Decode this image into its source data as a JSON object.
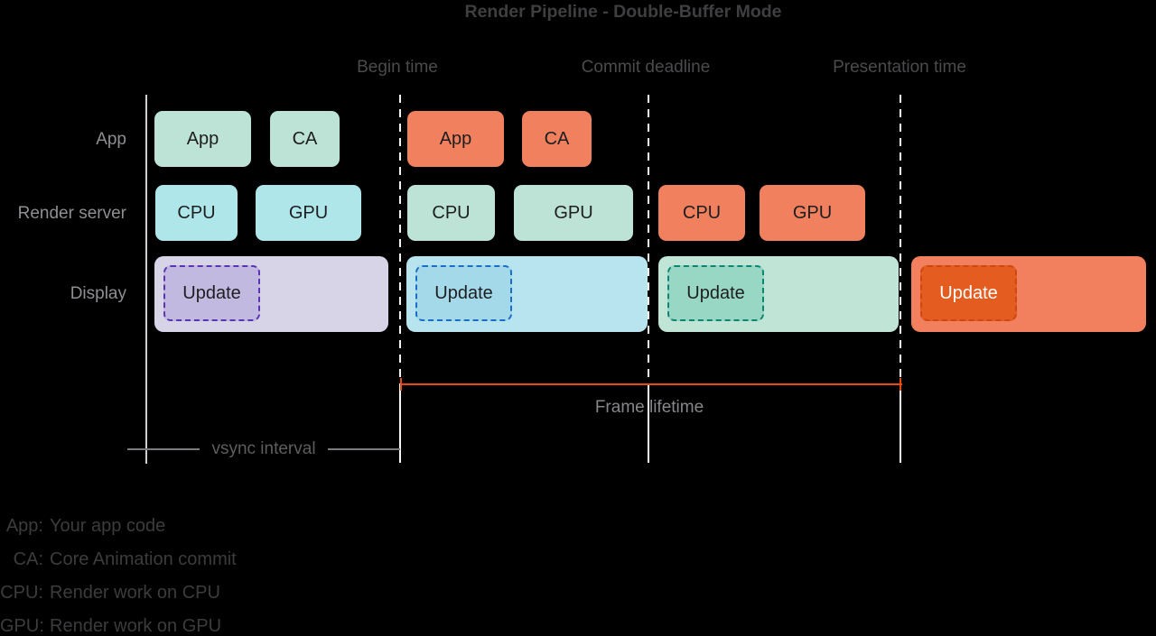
{
  "title": "Render Pipeline - Double-Buffer Mode",
  "time_markers": [
    {
      "label": "Begin time"
    },
    {
      "label": "Commit deadline"
    },
    {
      "label": "Presentation time"
    }
  ],
  "rows": {
    "app": "App",
    "render_server": "Render server",
    "display": "Display"
  },
  "boxes": {
    "app_row": [
      {
        "label": "App",
        "frame": "green",
        "segment": 1
      },
      {
        "label": "CA",
        "frame": "green",
        "segment": 1
      },
      {
        "label": "App",
        "frame": "orange",
        "segment": 2
      },
      {
        "label": "CA",
        "frame": "orange",
        "segment": 2
      }
    ],
    "render_row": [
      {
        "label": "CPU",
        "frame": "cyan",
        "segment": 1
      },
      {
        "label": "GPU",
        "frame": "cyan",
        "segment": 1
      },
      {
        "label": "CPU",
        "frame": "green",
        "segment": 2
      },
      {
        "label": "GPU",
        "frame": "green",
        "segment": 2
      },
      {
        "label": "CPU",
        "frame": "orange",
        "segment": 3
      },
      {
        "label": "GPU",
        "frame": "orange",
        "segment": 3
      }
    ],
    "display_row": [
      {
        "label": "Update",
        "frame": "purple",
        "segment": 1
      },
      {
        "label": "Update",
        "frame": "cyan",
        "segment": 2
      },
      {
        "label": "Update",
        "frame": "green",
        "segment": 3
      },
      {
        "label": "Update",
        "frame": "orange",
        "segment": 4
      }
    ]
  },
  "annotations": {
    "frame_lifetime": "Frame lifetime",
    "vsync_interval": "vsync interval"
  },
  "legend": [
    {
      "key": "App:",
      "description": "Your app code"
    },
    {
      "key": "CA:",
      "description": "Core Animation commit"
    },
    {
      "key": "CPU:",
      "description": "Render work on CPU"
    },
    {
      "key": "GPU:",
      "description": "Render work on GPU"
    }
  ],
  "colors": {
    "background": "#000000",
    "work_green": "#bce3d5",
    "work_cyan": "#aee6ea",
    "work_orange": "#f0805e",
    "display_purple": "#d7d4e8",
    "update_purple": "#c1b9e0",
    "update_purple_border": "#5b34b4",
    "display_cyan": "#b7e4ee",
    "update_cyan": "#a3d9e9",
    "update_cyan_border": "#1b6ec8",
    "display_green": "#c0e4d6",
    "update_green": "#98d7c3",
    "update_green_border": "#0e8573",
    "display_orange": "#f2805f",
    "update_orange": "#e45c20",
    "update_orange_border": "#cc4712",
    "frame_lifetime_line": "#e8490f",
    "timeline_line": "#f2f2f2"
  }
}
